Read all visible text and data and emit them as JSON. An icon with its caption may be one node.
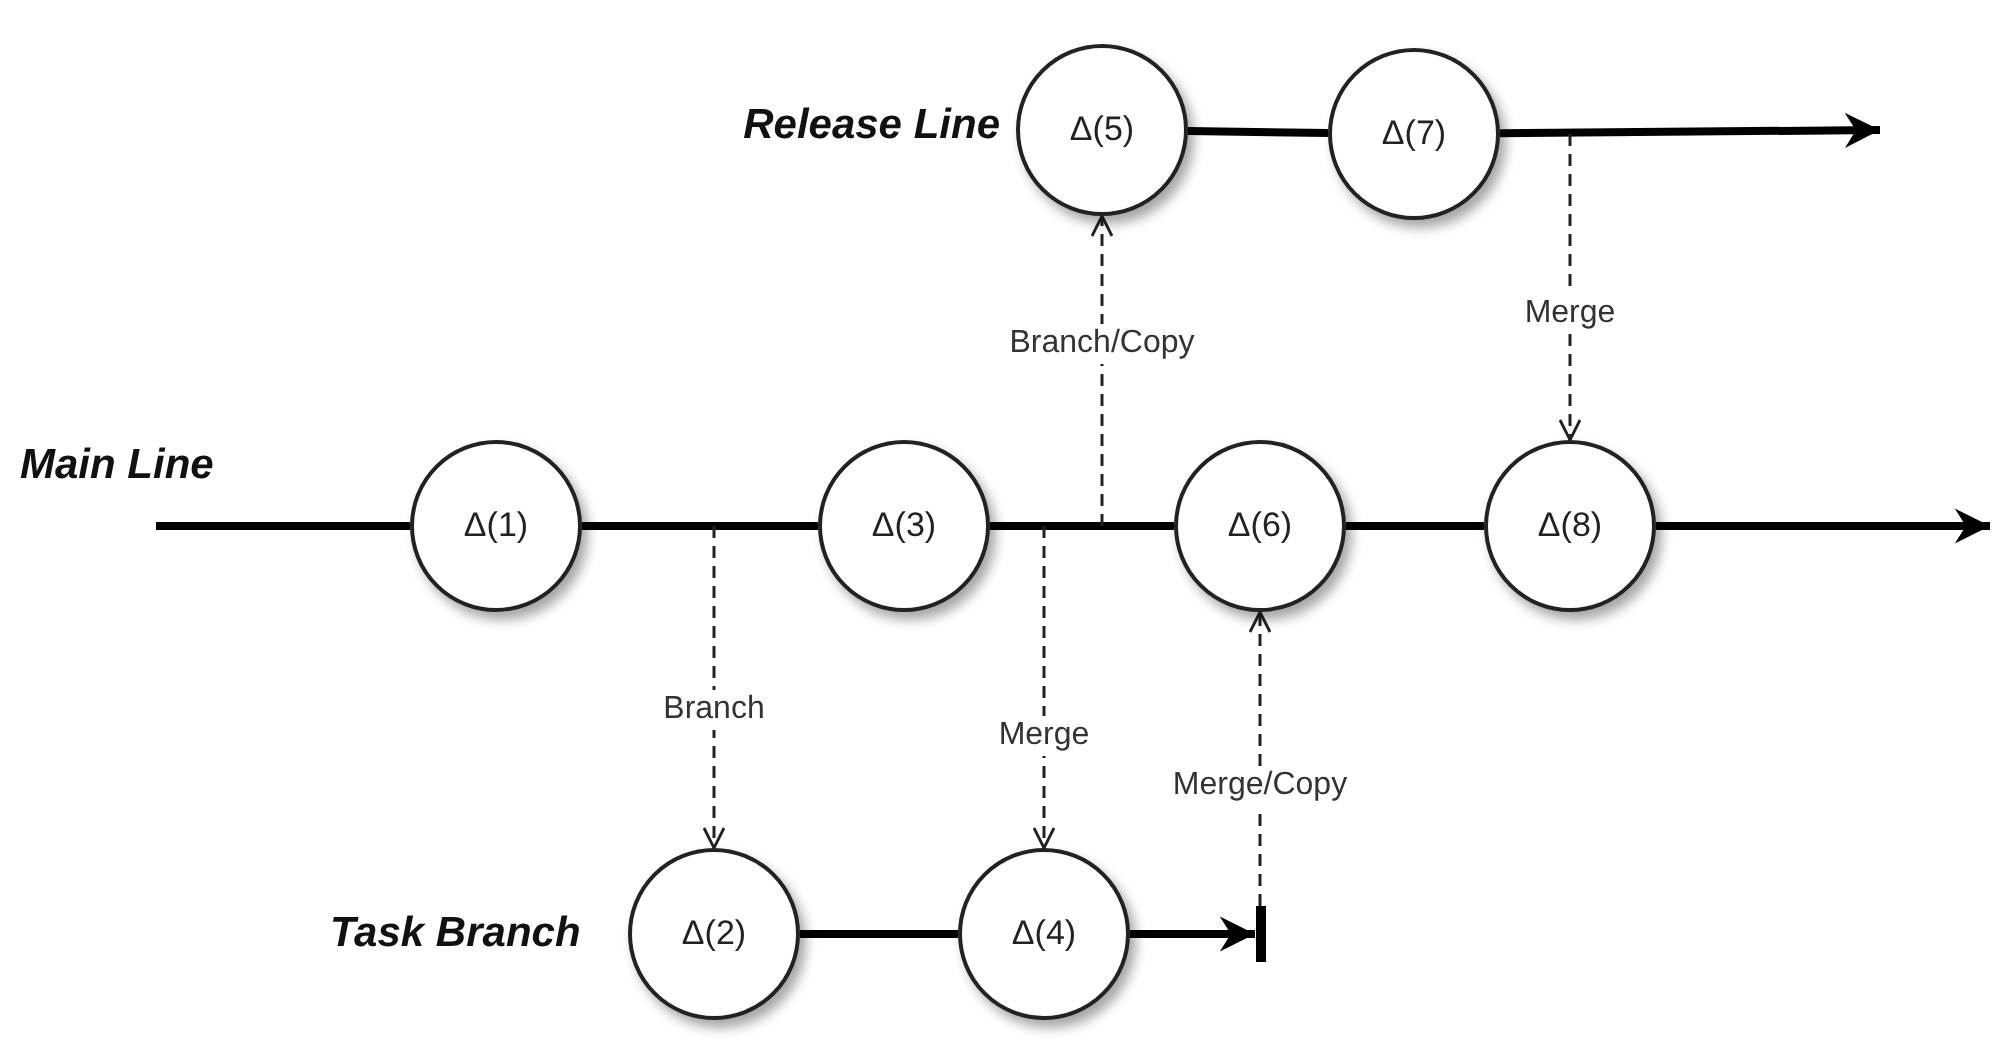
{
  "diagram": {
    "nodes": [
      {
        "text": [
          "Δ(5)"
        ]
      },
      {
        "text": [
          "Δ(7)"
        ]
      },
      {
        "text": [
          "Δ(1)"
        ]
      },
      {
        "text": [
          "Δ(3)"
        ]
      },
      {
        "text": [
          "Δ(6)"
        ]
      },
      {
        "text": [
          "Δ(8)"
        ]
      },
      {
        "text": [
          "Δ(2)"
        ]
      },
      {
        "text": [
          "Δ(4)"
        ]
      },
      {
        "text": [],
        "shape": "bar"
      }
    ],
    "edges": [
      {
        "from": 0,
        "to": 1,
        "arrow": "none"
      },
      {
        "from": 1,
        "to": null,
        "arrow": "to"
      },
      {
        "from": null,
        "to": 2,
        "arrow": "none"
      },
      {
        "from": 2,
        "to": 3,
        "arrow": "none"
      },
      {
        "from": 3,
        "to": 4,
        "arrow": "none"
      },
      {
        "from": 4,
        "to": 5,
        "arrow": "none"
      },
      {
        "from": 5,
        "to": null,
        "arrow": "to"
      },
      {
        "from": 6,
        "to": 7,
        "arrow": "none"
      },
      {
        "from": 7,
        "to": 8,
        "arrow": "to"
      },
      {
        "from": null,
        "to": 6,
        "arrow": "to",
        "label": "Branch",
        "style": "dashed"
      },
      {
        "from": null,
        "to": 7,
        "arrow": "to",
        "label": "Merge",
        "style": "dashed"
      },
      {
        "from": null,
        "to": 0,
        "arrow": "to",
        "label": "Branch/Copy",
        "style": "dashed"
      },
      {
        "from": null,
        "to": 5,
        "arrow": "to",
        "label": "Merge",
        "style": "dashed"
      },
      {
        "from": 8,
        "to": 4,
        "arrow": "to",
        "label": "Merge/Copy",
        "style": "dashed"
      }
    ],
    "labels": [
      "Release Line",
      "Main Line",
      "Task Branch"
    ]
  }
}
